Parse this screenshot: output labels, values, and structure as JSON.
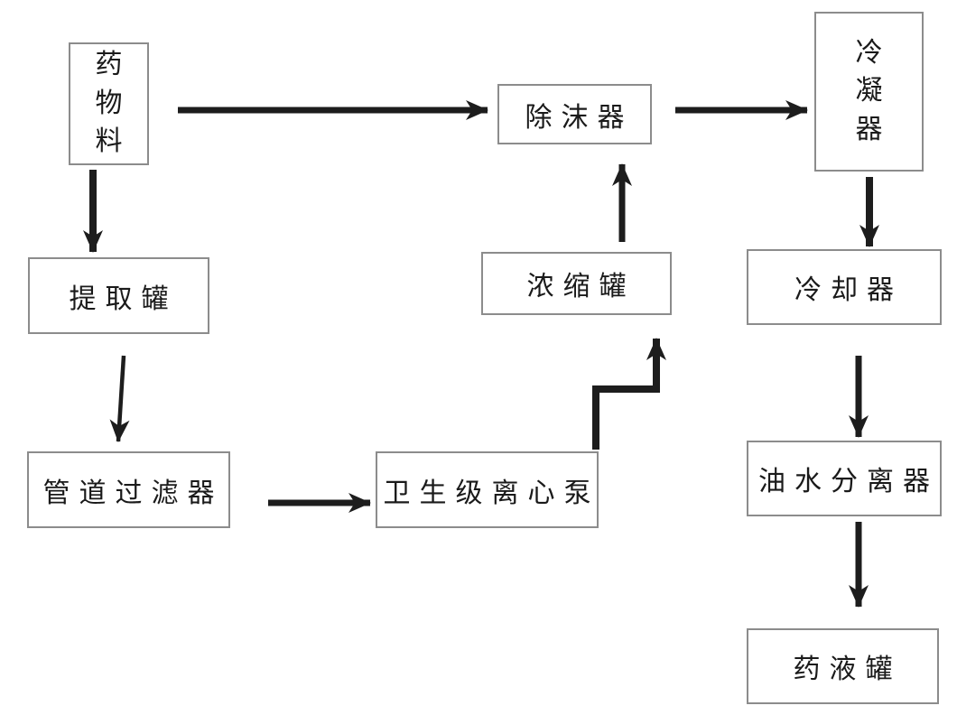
{
  "diagram": {
    "type": "process-flowchart",
    "background_color": "#ffffff",
    "box_border_color": "#8c8c8c",
    "box_fill_color": "#ffffff",
    "text_color": "#1a1a1a",
    "arrow_color": "#1d1d1d",
    "nodes": {
      "drug_material": {
        "label": "药物料",
        "orientation": "vertical"
      },
      "demister": {
        "label": "除沫器",
        "orientation": "horizontal"
      },
      "condenser": {
        "label": "冷凝器",
        "orientation": "vertical"
      },
      "extraction_tank": {
        "label": "提取罐",
        "orientation": "horizontal"
      },
      "concentration_tank": {
        "label": "浓缩罐",
        "orientation": "horizontal"
      },
      "cooler": {
        "label": "冷却器",
        "orientation": "horizontal"
      },
      "pipe_filter": {
        "label": "管道过滤器",
        "orientation": "horizontal"
      },
      "sanitary_pump": {
        "label": "卫生级离心泵",
        "orientation": "horizontal"
      },
      "oil_water_separator": {
        "label": "油水分离器",
        "orientation": "horizontal"
      },
      "liquid_medicine_tank": {
        "label": "药液罐",
        "orientation": "horizontal"
      }
    },
    "edges": [
      {
        "from": "drug_material",
        "to": "demister",
        "shape": "straight"
      },
      {
        "from": "demister",
        "to": "condenser",
        "shape": "straight"
      },
      {
        "from": "drug_material",
        "to": "extraction_tank",
        "shape": "straight"
      },
      {
        "from": "extraction_tank",
        "to": "pipe_filter",
        "shape": "straight"
      },
      {
        "from": "pipe_filter",
        "to": "sanitary_pump",
        "shape": "straight"
      },
      {
        "from": "sanitary_pump",
        "to": "concentration_tank",
        "shape": "elbow"
      },
      {
        "from": "concentration_tank",
        "to": "demister",
        "shape": "straight"
      },
      {
        "from": "condenser",
        "to": "cooler",
        "shape": "straight"
      },
      {
        "from": "cooler",
        "to": "oil_water_separator",
        "shape": "straight"
      },
      {
        "from": "oil_water_separator",
        "to": "liquid_medicine_tank",
        "shape": "straight"
      }
    ]
  }
}
